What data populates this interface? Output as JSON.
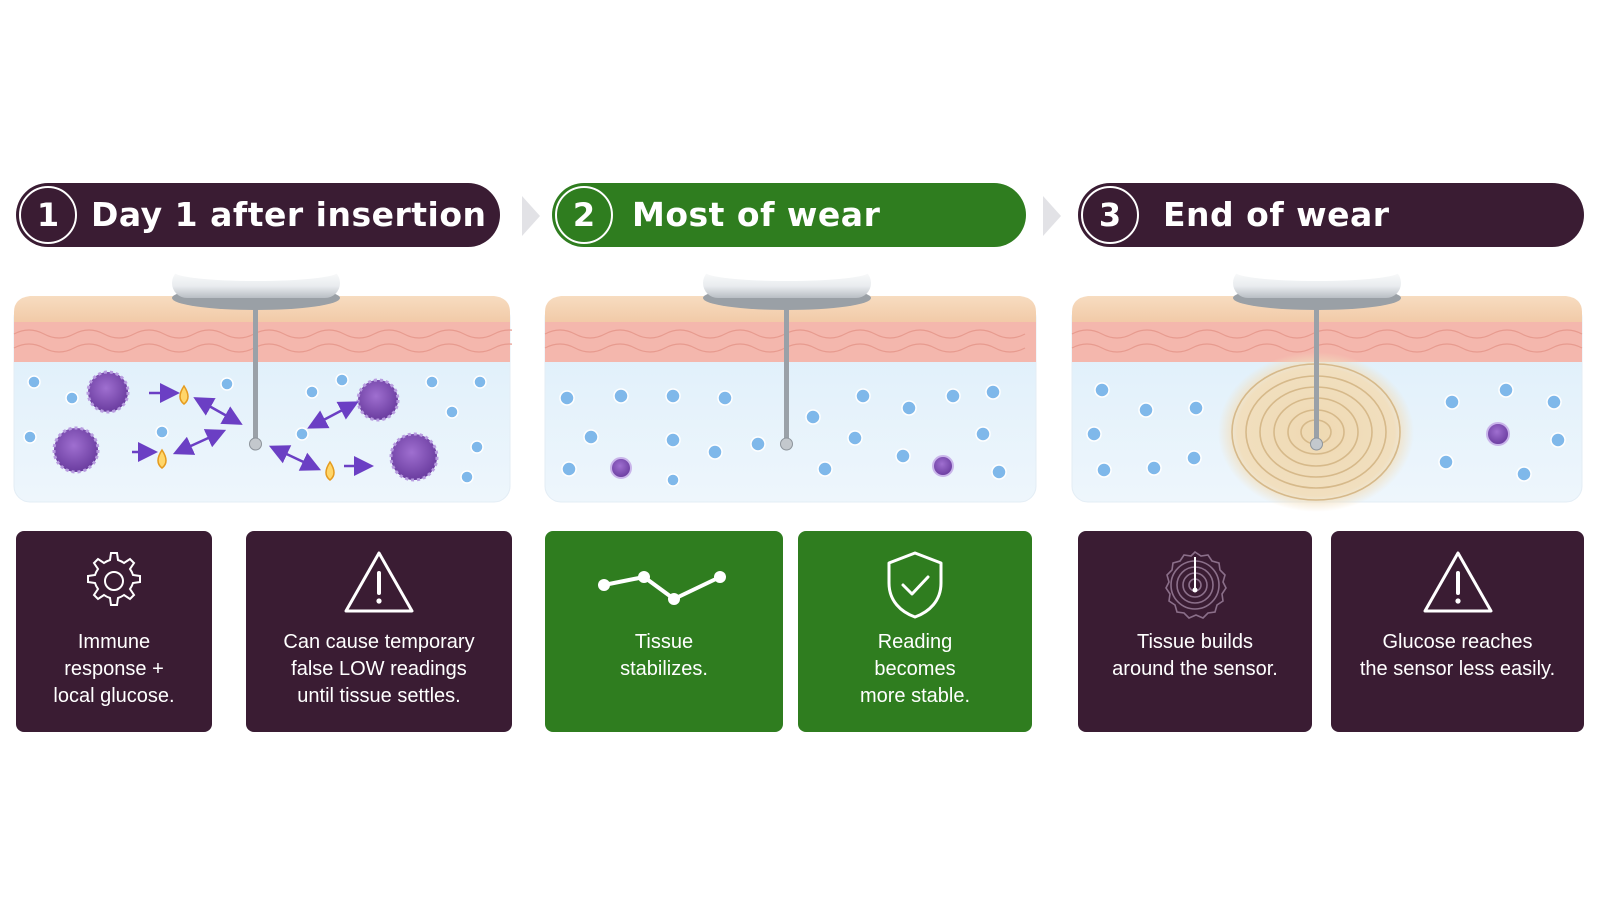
{
  "stages": [
    {
      "number": "1",
      "title": "Day 1 after insertion",
      "color": "#3a1c33",
      "cards": [
        {
          "icon": "gear-icon",
          "text": "Immune\nresponse +\nlocal glucose."
        },
        {
          "icon": "warning-icon",
          "text": "Can cause temporary\nfalse LOW readings\nuntil tissue settles."
        }
      ]
    },
    {
      "number": "2",
      "title": "Most of wear",
      "color": "#2f7d1f",
      "cards": [
        {
          "icon": "trend-line-icon",
          "text": "Tissue\nstabilizes."
        },
        {
          "icon": "shield-check-icon",
          "text": "Reading\nbecomes\nmore stable."
        }
      ]
    },
    {
      "number": "3",
      "title": "End of wear",
      "color": "#3a1c33",
      "cards": [
        {
          "icon": "tissue-rings-icon",
          "text": "Tissue builds\naround the sensor."
        },
        {
          "icon": "warning-icon",
          "text": "Glucose reaches\nthe sensor less easily."
        }
      ]
    }
  ]
}
